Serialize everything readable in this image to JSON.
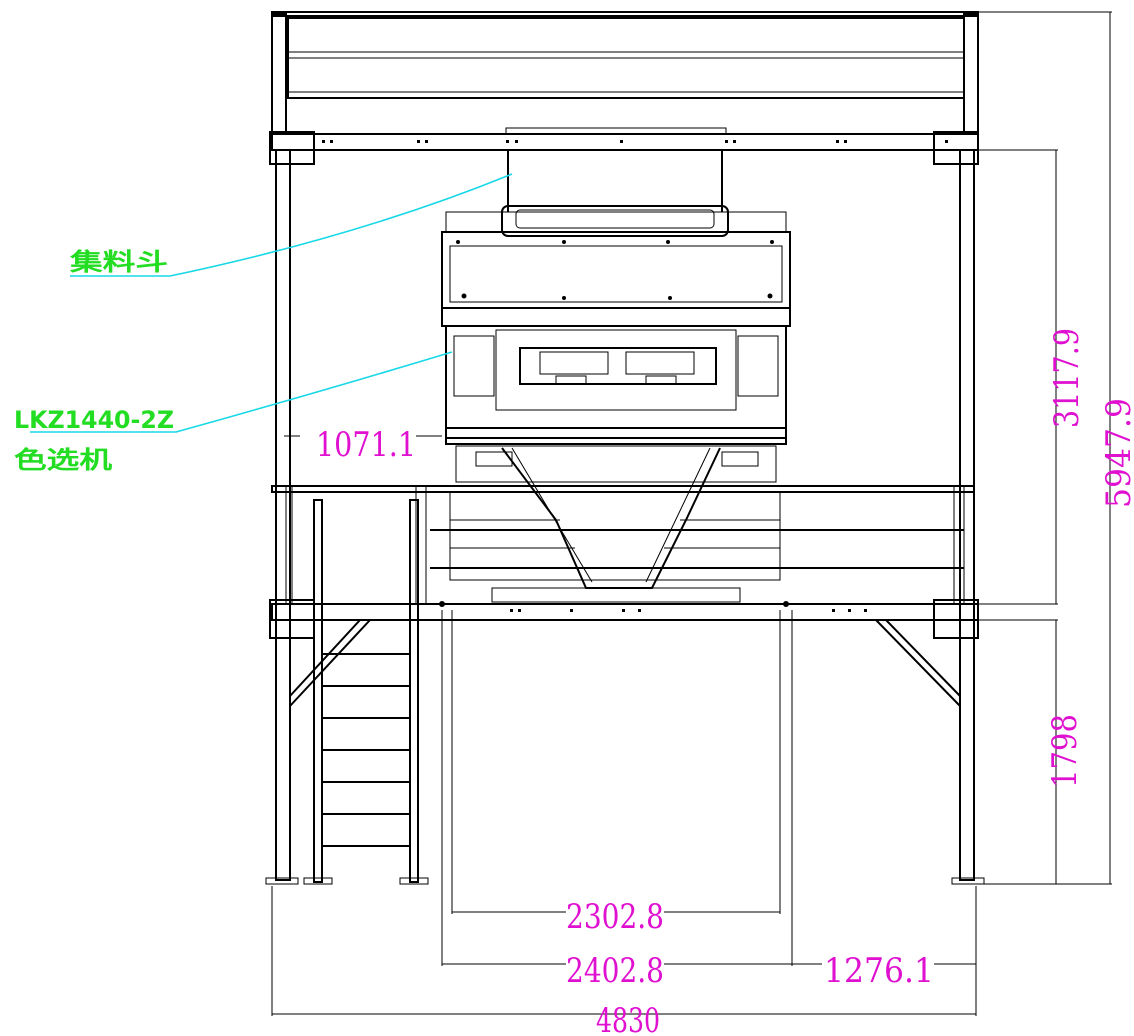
{
  "labels": {
    "hopper": "集料斗",
    "model": "LKZ1440-2Z",
    "machine": "色选机"
  },
  "dimensions": {
    "offset_left": "1071.1",
    "upper_height": "3117.9",
    "total_height": "5947.9",
    "lower_height": "1798",
    "leg_span_inner": "2302.8",
    "leg_span_outer": "2402.8",
    "right_offset": "1276.1",
    "total_width": "4830"
  },
  "colors": {
    "dimension_text": "#e010d0",
    "label_text": "#22dd22",
    "leader_line": "#18d8e8",
    "lines": "#000000"
  }
}
